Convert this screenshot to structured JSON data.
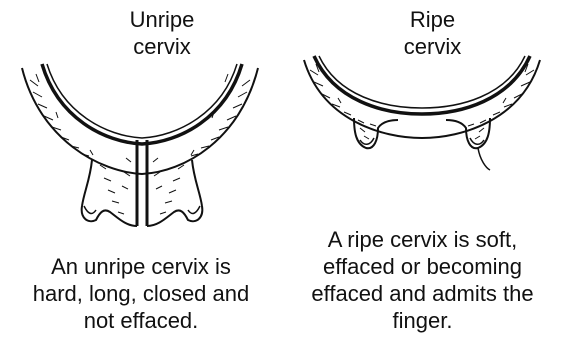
{
  "figure": {
    "left": {
      "title": "Unripe\ncervix",
      "caption": "An unripe cervix is\nhard, long, closed and\nnot effaced."
    },
    "right": {
      "title": "Ripe\ncervix",
      "caption": "A ripe cervix is soft,\neffaced or becoming\neffaced and admits the\nfinger."
    }
  },
  "colors": {
    "ink": "#111111",
    "background": "#ffffff"
  }
}
